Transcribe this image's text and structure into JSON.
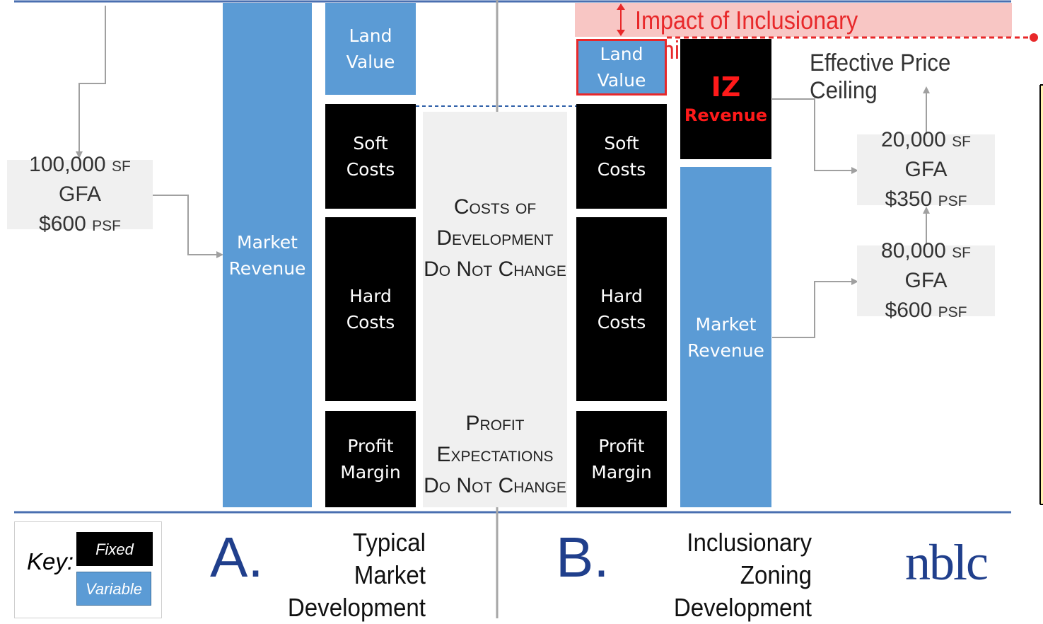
{
  "left_input": {
    "gfa": "100,000",
    "unit": "sf",
    "gfa_suffix": "GFA",
    "price": "$600",
    "price_unit": "psf"
  },
  "section_a": {
    "market_revenue": "Market\nRevenue",
    "land_value": "Land\nValue",
    "soft_costs": "Soft\nCosts",
    "hard_costs": "Hard\nCosts",
    "profit_margin": "Profit\nMargin",
    "letter": "A.",
    "title": "Typical Market\nDevelopment"
  },
  "middle_notes": {
    "costs": "Costs of\nDevelopment\nDo Not Change",
    "profit": "Profit\nExpectations\nDo Not Change"
  },
  "section_b": {
    "land_value": "Land\nValue",
    "soft_costs": "Soft\nCosts",
    "hard_costs": "Hard\nCosts",
    "profit_margin": "Profit\nMargin",
    "iz_title": "IZ",
    "iz_subtitle": "Revenue",
    "market_revenue": "Market\nRevenue",
    "letter": "B.",
    "title": "Inclusionary Zoning\nDevelopment"
  },
  "impact_label": "Impact of Inclusionary Zoning",
  "price_ceiling_label": "Effective Price Ceiling",
  "right_inputs": [
    {
      "gfa": "20,000",
      "unit": "sf",
      "gfa_suffix": "GFA",
      "price": "$350",
      "price_unit": "psf"
    },
    {
      "gfa": "80,000",
      "unit": "sf",
      "gfa_suffix": "GFA",
      "price": "$600",
      "price_unit": "psf"
    }
  ],
  "key": {
    "label": "Key:",
    "fixed": "Fixed",
    "variable": "Variable"
  },
  "logo": "nblc",
  "colors": {
    "fixed": "#000000",
    "variable": "#5b9bd5",
    "impact": "#e8282a",
    "impact_band": "#f8c6c4",
    "navy": "#203f8c"
  }
}
